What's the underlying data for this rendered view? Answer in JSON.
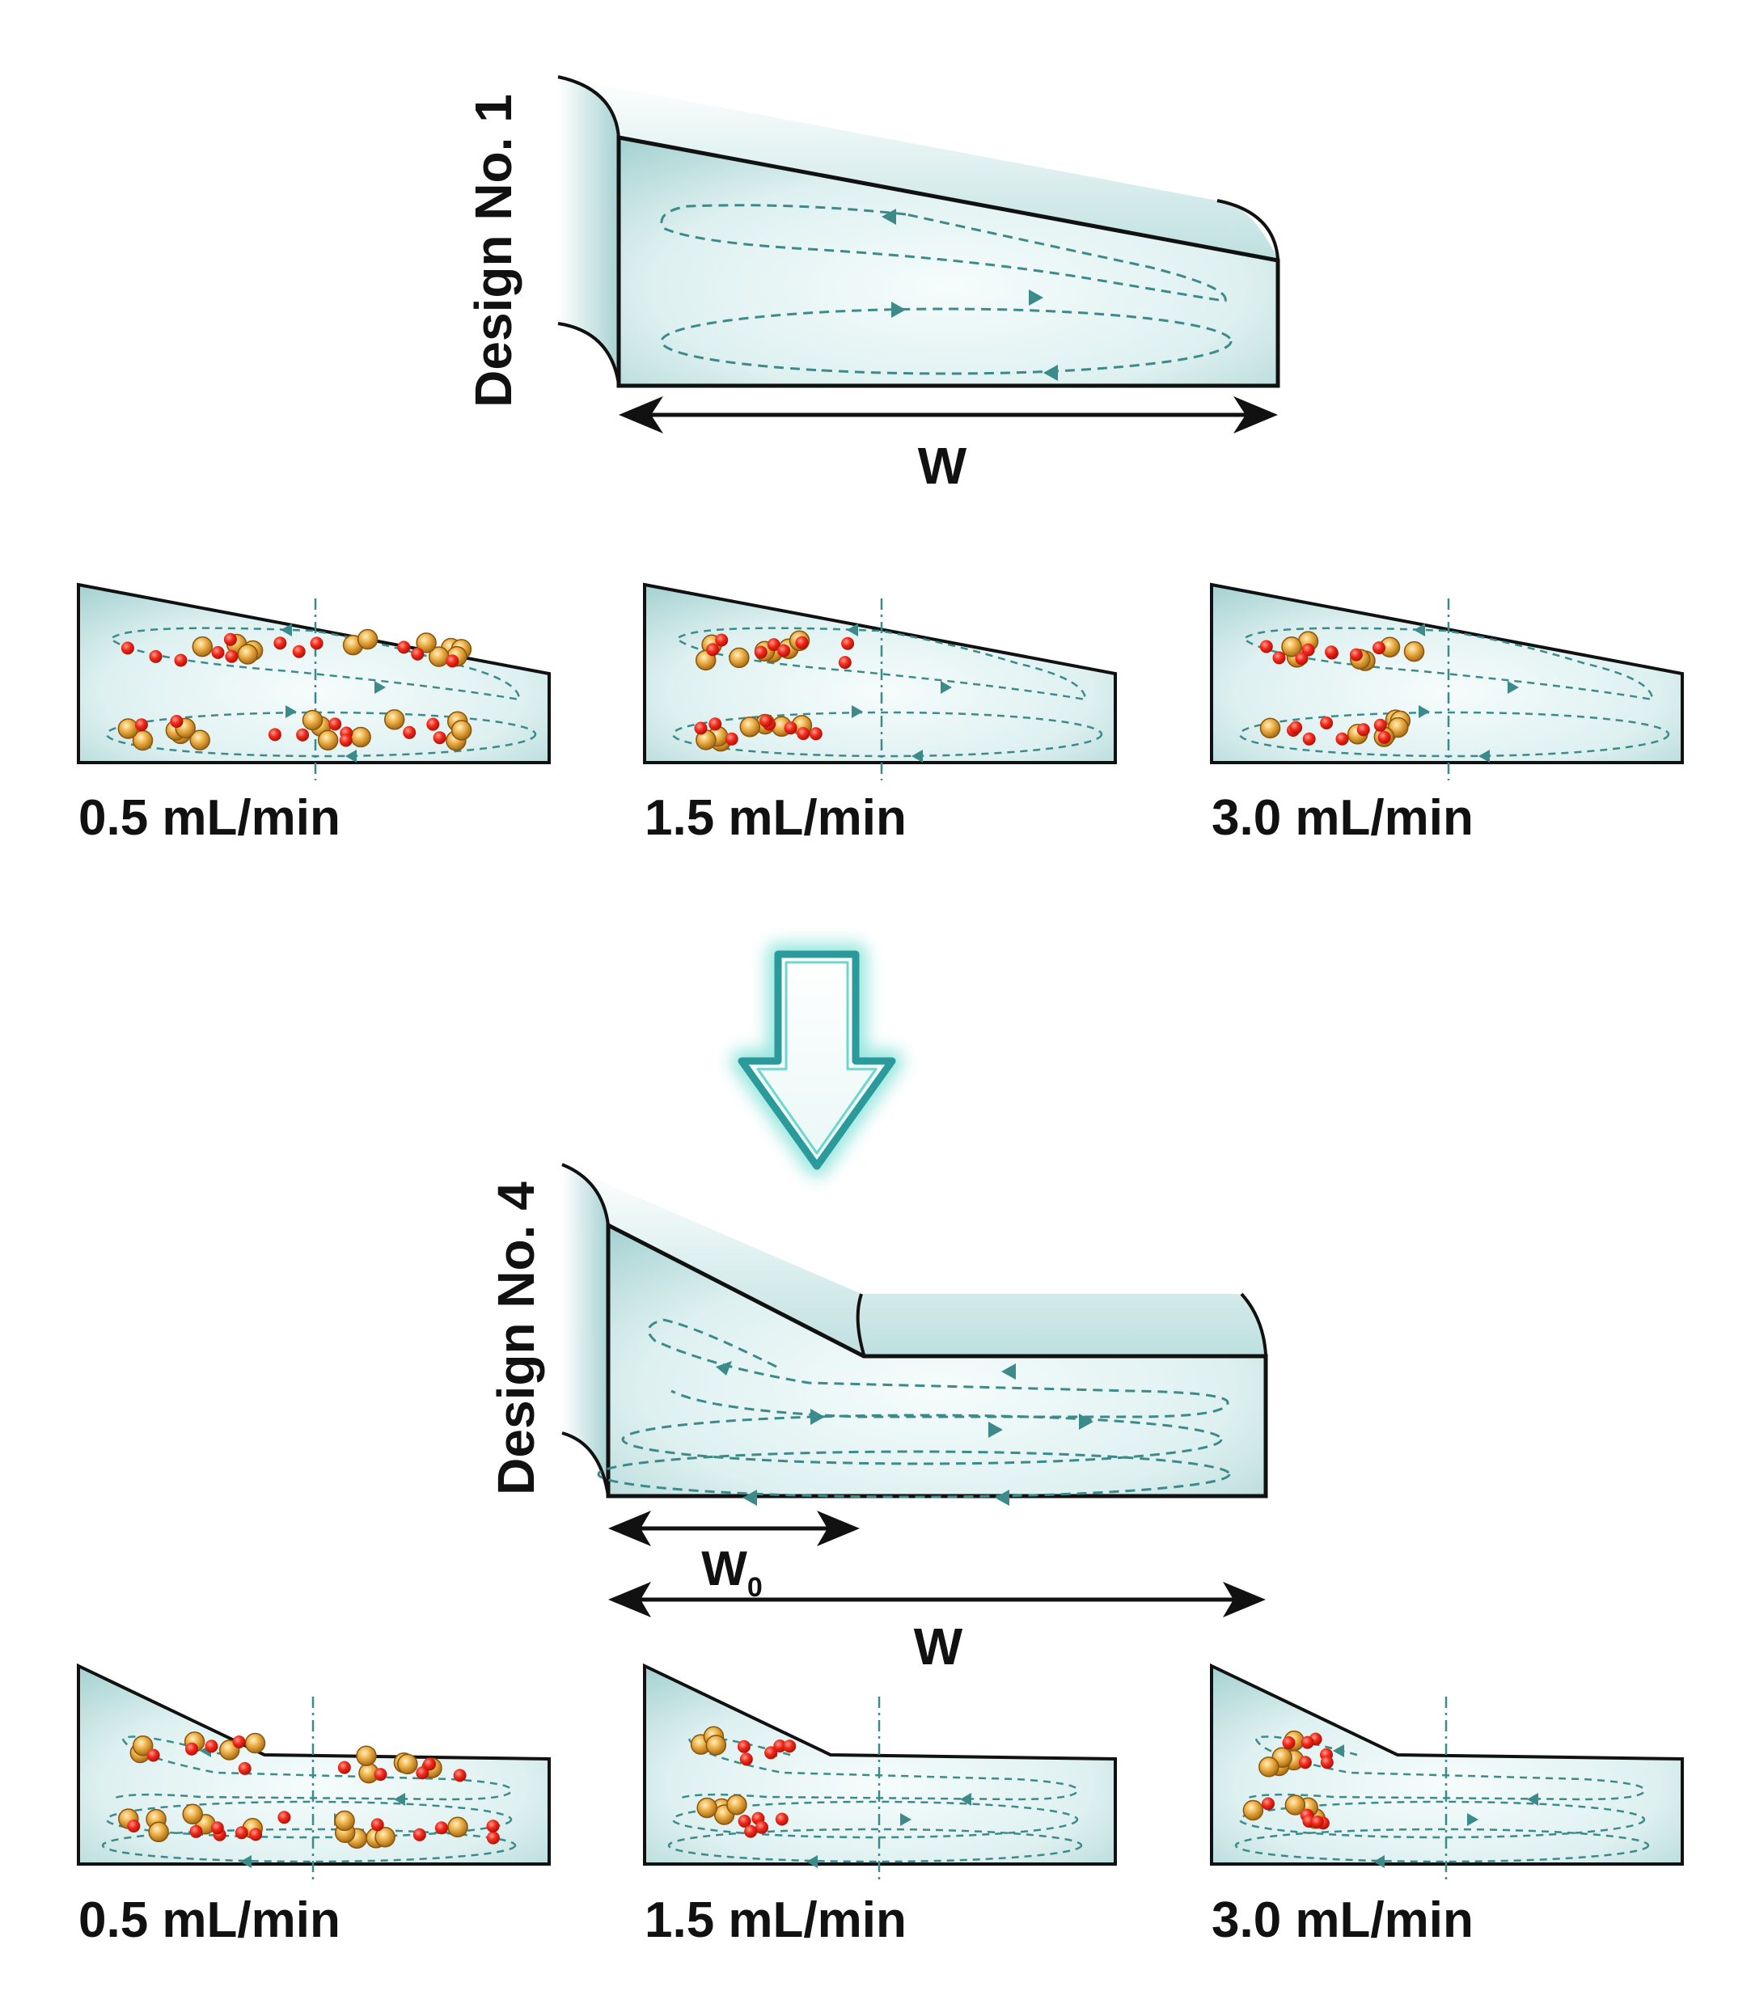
{
  "design1": {
    "label": "Design No. 1",
    "width_label": "W"
  },
  "design4": {
    "label": "Design No. 4",
    "w0_main": "W",
    "w0_sub": "0",
    "width_label": "W"
  },
  "flow_rates": [
    "0.5 mL/min",
    "1.5 mL/min",
    "3.0 mL/min"
  ],
  "colors": {
    "channel_fill": "#cfe8e8",
    "channel_glow": "#f4fbfb",
    "streamline": "#3d8a8a",
    "outline": "#111111",
    "particle_large": "#e0a23a",
    "particle_small": "#ee2a1f",
    "down_arrow": "#2a9a9a"
  },
  "icons": {
    "transition": "down-arrow-icon"
  }
}
